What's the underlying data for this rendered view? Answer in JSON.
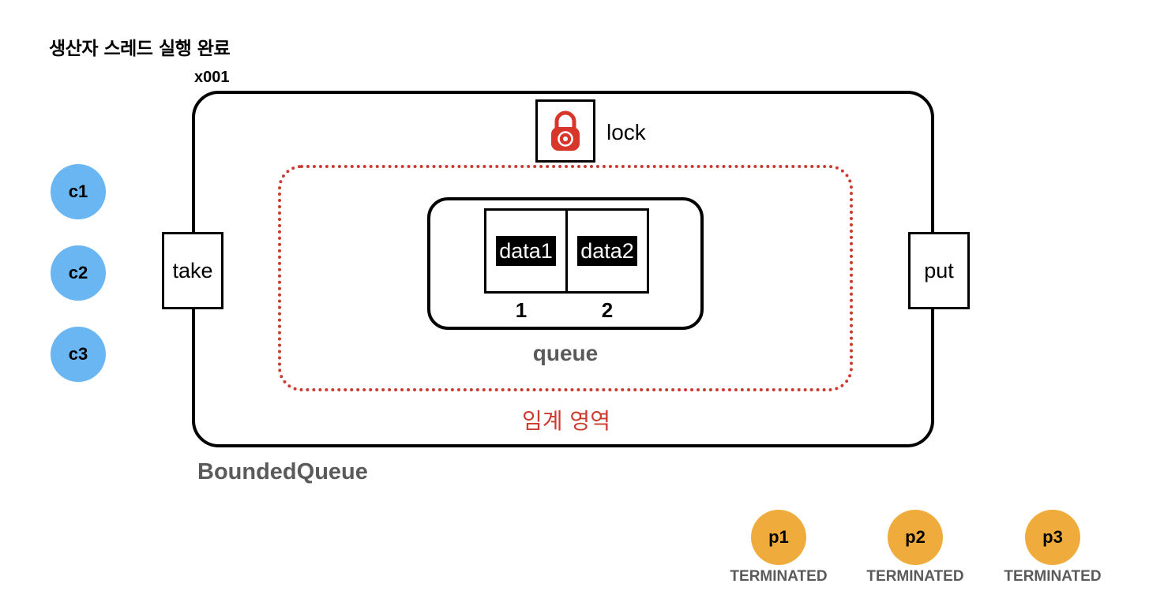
{
  "title": "생산자 스레드 실행 완료",
  "address": "x001",
  "lock": {
    "label": "lock",
    "icon": "padlock-icon",
    "color": "#d9362b"
  },
  "critical_section": {
    "label": "임계 영역",
    "color": "#cc3b2f"
  },
  "queue": {
    "label": "queue",
    "slots": [
      {
        "value": "data1",
        "index": "1"
      },
      {
        "value": "data2",
        "index": "2"
      }
    ]
  },
  "methods": {
    "take": "take",
    "put": "put"
  },
  "container_label": "BoundedQueue",
  "consumers": [
    {
      "name": "c1",
      "color": "#6ab6f2"
    },
    {
      "name": "c2",
      "color": "#6ab6f2"
    },
    {
      "name": "c3",
      "color": "#6ab6f2"
    }
  ],
  "producers": [
    {
      "name": "p1",
      "state": "TERMINATED",
      "color": "#efac3c"
    },
    {
      "name": "p2",
      "state": "TERMINATED",
      "color": "#efac3c"
    },
    {
      "name": "p3",
      "state": "TERMINATED",
      "color": "#efac3c"
    }
  ]
}
